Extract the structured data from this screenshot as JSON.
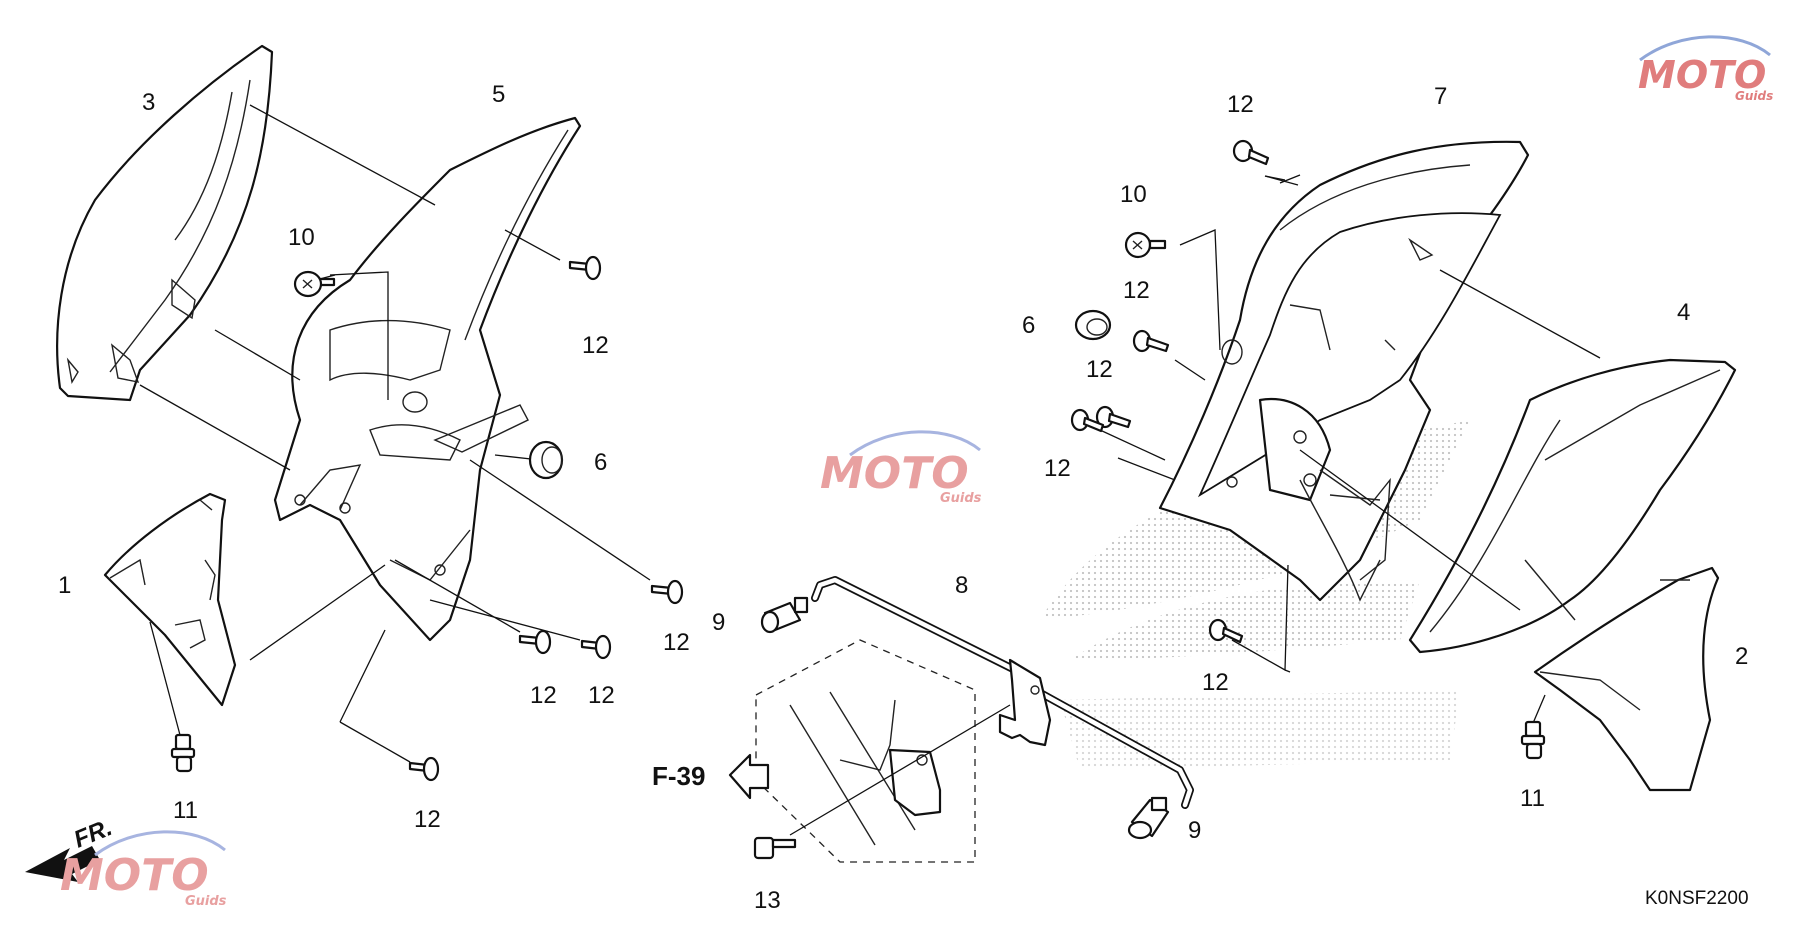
{
  "diagram_code": "K0NSF2200",
  "reference": "F-39",
  "direction_label": "FR.",
  "watermark": {
    "brand": "MOTO",
    "sub": "Guids",
    "colors": {
      "main": "#c9302c",
      "accent": "#2b4fa8",
      "light": "#e5a2a2"
    }
  },
  "parts": [
    {
      "id": "1",
      "label": "1"
    },
    {
      "id": "2",
      "label": "2"
    },
    {
      "id": "3",
      "label": "3"
    },
    {
      "id": "4",
      "label": "4"
    },
    {
      "id": "5",
      "label": "5"
    },
    {
      "id": "6a",
      "label": "6"
    },
    {
      "id": "6b",
      "label": "6"
    },
    {
      "id": "7",
      "label": "7"
    },
    {
      "id": "8",
      "label": "8"
    },
    {
      "id": "9a",
      "label": "9"
    },
    {
      "id": "9b",
      "label": "9"
    },
    {
      "id": "10a",
      "label": "10"
    },
    {
      "id": "10b",
      "label": "10"
    },
    {
      "id": "11a",
      "label": "11"
    },
    {
      "id": "11b",
      "label": "11"
    },
    {
      "id": "12a",
      "label": "12"
    },
    {
      "id": "12b",
      "label": "12"
    },
    {
      "id": "12c",
      "label": "12"
    },
    {
      "id": "12d",
      "label": "12"
    },
    {
      "id": "12e",
      "label": "12"
    },
    {
      "id": "12f",
      "label": "12"
    },
    {
      "id": "12g",
      "label": "12"
    },
    {
      "id": "12h",
      "label": "12"
    },
    {
      "id": "12i",
      "label": "12"
    },
    {
      "id": "12j",
      "label": "12"
    },
    {
      "id": "12k",
      "label": "12"
    },
    {
      "id": "13",
      "label": "13"
    }
  ]
}
